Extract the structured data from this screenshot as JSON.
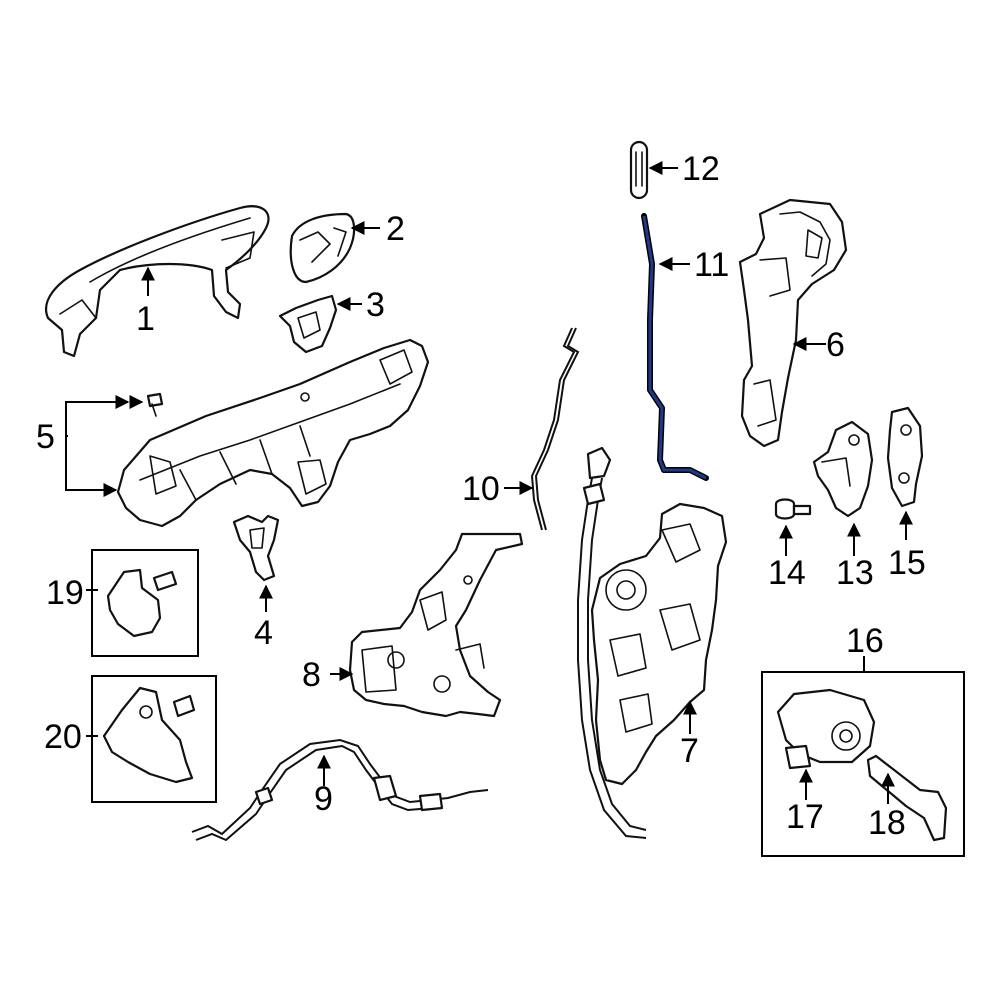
{
  "highlight_color": "#1f3a8a",
  "labels": {
    "p1": "1",
    "p2": "2",
    "p3": "3",
    "p4": "4",
    "p5": "5",
    "p6": "6",
    "p7": "7",
    "p8": "8",
    "p9": "9",
    "p10": "10",
    "p11": "11",
    "p12": "12",
    "p13": "13",
    "p14": "14",
    "p15": "15",
    "p16": "16",
    "p17": "17",
    "p18": "18",
    "p19": "19",
    "p20": "20"
  }
}
